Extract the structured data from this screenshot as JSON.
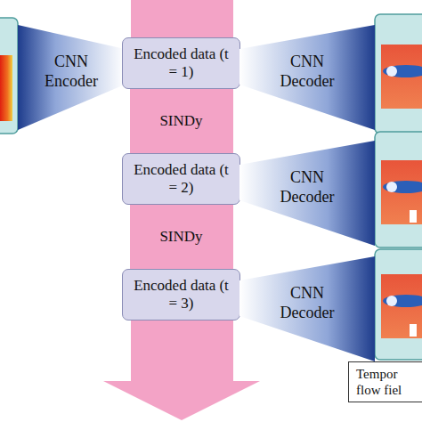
{
  "diagram": {
    "nodes": [
      {
        "text": [
          "CNN Encoder"
        ]
      },
      {
        "text": [
          "Encoded data (t = 1)"
        ]
      },
      {
        "text": [
          "CNN Decoder"
        ]
      },
      {
        "text": [
          "Encoded data (t = 2)"
        ]
      },
      {
        "text": [
          "CNN Decoder"
        ]
      },
      {
        "text": [
          "Encoded data (t = 3)"
        ]
      },
      {
        "text": [
          "CNN Decoder"
        ]
      },
      {
        "text": [
          "Tempor flow fiel"
        ]
      }
    ],
    "edges": [
      {
        "from": 1,
        "to": 3,
        "label": "SINDy",
        "arrow": "none"
      },
      {
        "from": 3,
        "to": 5,
        "label": "SINDy",
        "arrow": "none"
      }
    ]
  }
}
